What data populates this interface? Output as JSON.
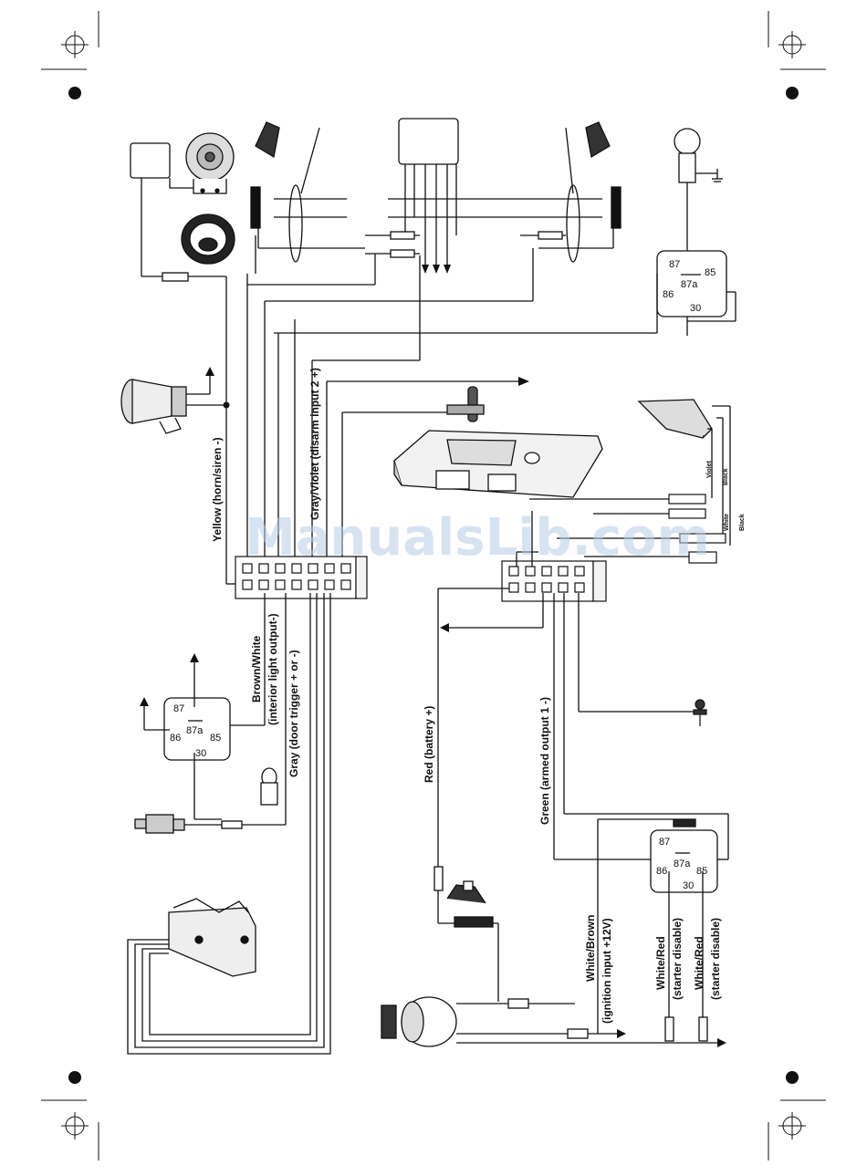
{
  "watermark": "ManualsLib.com",
  "wire_labels": {
    "yellow": "Yellow (horn/siren -)",
    "gray_violet": "Gray/Violet (disarm input 2 +)",
    "brown_white_1": "Brown/White",
    "brown_white_2": "(interior light output-)",
    "gray": "Gray (door trigger + or -)",
    "red": "Red (battery +)",
    "green": "Green (armed output 1 -)",
    "white_brown_1": "White/Brown",
    "white_brown_2": "(ignition input +12V)",
    "white_red_a_1": "White/Red",
    "white_red_a_2": "(starter disable)",
    "white_red_b_1": "White/Red",
    "white_red_b_2": "(starter disable)"
  },
  "antenna_wires": {
    "violet": "Violet",
    "black_1": "Black",
    "white": "White",
    "black_2": "Black"
  },
  "relay_pins": {
    "p87": "87",
    "p87a": "87a",
    "p86": "86",
    "p85": "85",
    "p30": "30"
  },
  "colors": {
    "line": "#111111",
    "watermark": "#b9cde6"
  }
}
